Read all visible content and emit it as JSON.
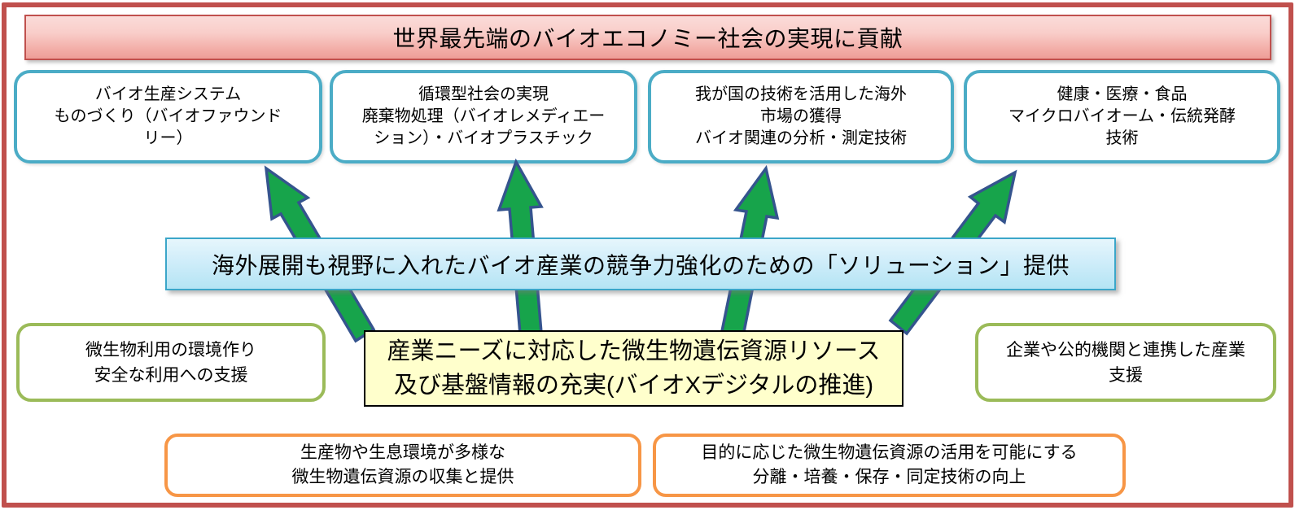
{
  "banner": {
    "title": "世界最先端のバイオエコノミー社会の実現に貢献"
  },
  "top_boxes": [
    {
      "lines": [
        "バイオ生産システム",
        "ものづくり（バイオファウンド",
        "リー）"
      ]
    },
    {
      "lines": [
        "循環型社会の実現",
        "廃棄物処理（バイオレメディエー",
        "ション）・バイオプラスチック"
      ]
    },
    {
      "lines": [
        "我が国の技術を活用した海外",
        "市場の獲得",
        "バイオ関連の分析・測定技術"
      ]
    },
    {
      "lines": [
        "健康・医療・食品",
        "マイクロバイオーム・伝統発酵",
        "技術"
      ]
    }
  ],
  "solution_bar": {
    "title": "海外展開も視野に入れたバイオ産業の競争力強化のための「ソリューション」提供"
  },
  "center_box": {
    "lines": [
      "産業ニーズに対応した微生物遺伝資源リソース",
      "及び基盤情報の充実(バイオXデジタルの推進)"
    ]
  },
  "left_box": {
    "lines": [
      "微生物利用の環境作り",
      "安全な利用への支援"
    ]
  },
  "right_box": {
    "lines": [
      "企業や公的機関と連携した産業",
      "支援"
    ]
  },
  "bottom_boxes": [
    {
      "lines": [
        "生産物や生息環境が多様な",
        "微生物遺伝資源の収集と提供"
      ]
    },
    {
      "lines": [
        "目的に応じた微生物遺伝資源の活用を可能にする",
        "分離・培養・保存・同定技術の向上"
      ]
    }
  ],
  "arrows": [
    {
      "icon": "green-up-arrow-icon",
      "from": "center-box",
      "to": "top-box-1"
    },
    {
      "icon": "green-up-arrow-icon",
      "from": "center-box",
      "to": "top-box-2"
    },
    {
      "icon": "green-up-arrow-icon",
      "from": "center-box",
      "to": "top-box-3"
    },
    {
      "icon": "green-up-arrow-icon",
      "from": "center-box",
      "to": "top-box-4"
    }
  ],
  "colors": {
    "outer_border": "#C0504D",
    "banner_border": "#C0504D",
    "banner_fill_top": "#FBDCD9",
    "banner_fill_bottom": "#EE9D97",
    "top_box_border": "#4BACC6",
    "solution_border": "#3BA6C9",
    "solution_fill_top": "#E6F6FC",
    "solution_fill_bottom": "#B4E4F4",
    "center_box_fill": "#FFFFCC",
    "center_box_border": "#000000",
    "side_box_border": "#9BBB59",
    "bottom_box_border": "#F79646",
    "arrow_fill": "#17A44B",
    "arrow_outline": "#35548E"
  }
}
